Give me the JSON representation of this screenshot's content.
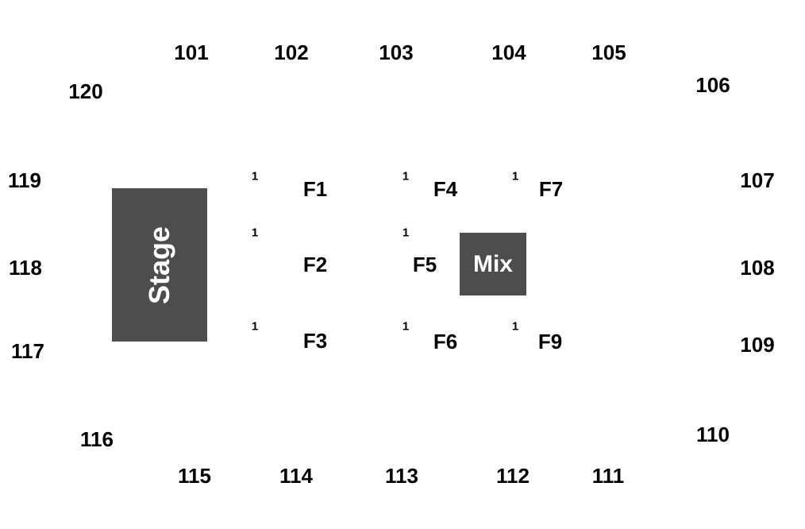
{
  "colors": {
    "background": "#ffffff",
    "block_fill": "#4d4d4d",
    "block_text": "#ffffff",
    "label_text": "#000000"
  },
  "stage": {
    "label": "Stage"
  },
  "mix": {
    "label": "Mix"
  },
  "sections": {
    "s101": "101",
    "s102": "102",
    "s103": "103",
    "s104": "104",
    "s105": "105",
    "s106": "106",
    "s107": "107",
    "s108": "108",
    "s109": "109",
    "s110": "110",
    "s111": "111",
    "s112": "112",
    "s113": "113",
    "s114": "114",
    "s115": "115",
    "s116": "116",
    "s117": "117",
    "s118": "118",
    "s119": "119",
    "s120": "120"
  },
  "floor": {
    "f1": "F1",
    "f2": "F2",
    "f3": "F3",
    "f4": "F4",
    "f5": "F5",
    "f6": "F6",
    "f7": "F7",
    "f9": "F9"
  },
  "row_marks": {
    "f1": "1",
    "f2": "1",
    "f3": "1",
    "f4": "1",
    "f5": "1",
    "f6": "1",
    "f7": "1",
    "f9": "1"
  }
}
